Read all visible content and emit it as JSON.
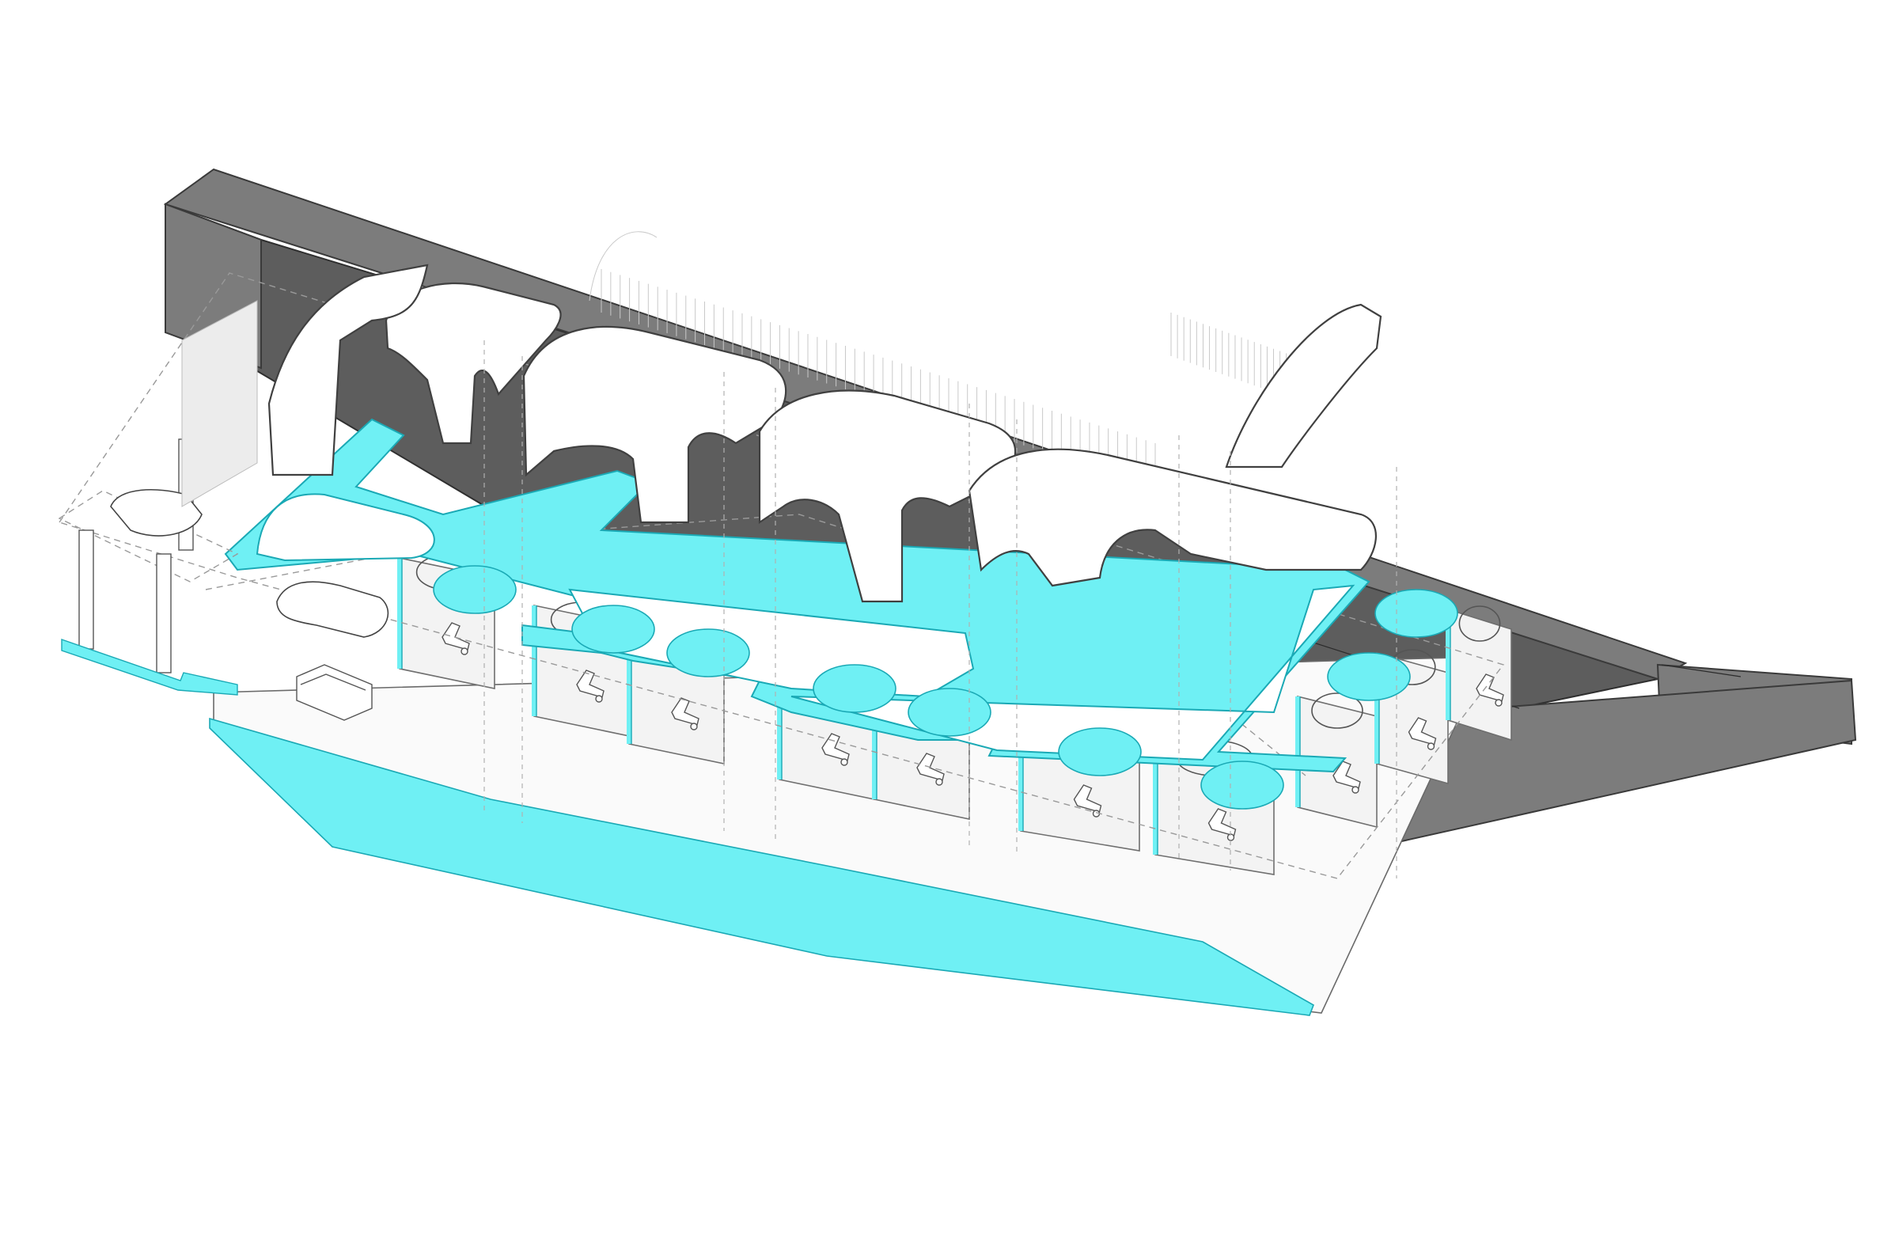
{
  "diagram": {
    "kind": "axonometric-architectural-section",
    "colors": {
      "accent": "#6ff0f4",
      "accent_stroke": "#1aa9b5",
      "wall": "#7c7c7c",
      "wall_dark": "#5d5d5d",
      "line": "#6f6f6f",
      "background": "#ffffff"
    },
    "room_count": 10,
    "light_disc_count": 13,
    "ceiling_baffle_count": 5
  }
}
